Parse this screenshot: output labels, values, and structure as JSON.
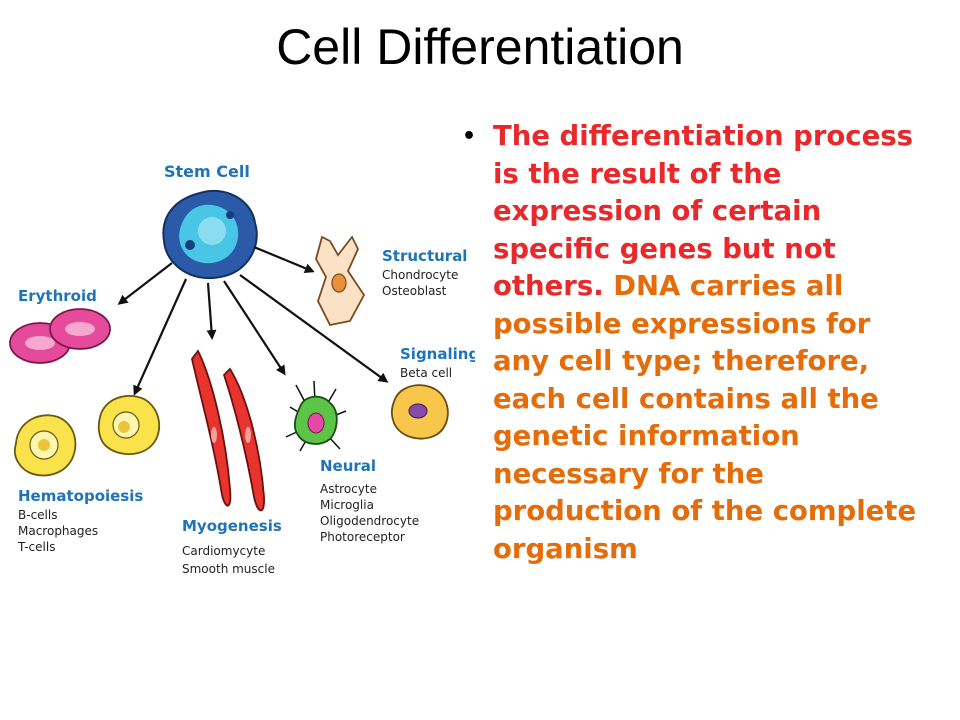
{
  "slide": {
    "title": "Cell Differentiation",
    "bullet_red": "The differentiation process is the result of the expression of certain specific genes but not others. ",
    "bullet_orange": "DNA carries all possible expressions for any cell type; therefore, each cell contains all the genetic information necessary for the production of the complete organism"
  },
  "diagram": {
    "stem_cell": "Stem Cell",
    "erythroid": "Erythroid",
    "hematopoiesis": {
      "title": "Hematopoiesis",
      "items": [
        "B-cells",
        "Macrophages",
        "T-cells"
      ]
    },
    "myogenesis": {
      "title": "Myogenesis",
      "items": [
        "Cardiomycyte",
        "Smooth muscle"
      ]
    },
    "neural": {
      "title": "Neural",
      "items": [
        "Astrocyte",
        "Microglia",
        "Oligodendrocyte",
        "Photoreceptor"
      ]
    },
    "structural": {
      "title": "Structural",
      "items": [
        "Chondrocyte",
        "Osteoblast"
      ]
    },
    "signaling": {
      "title": "Signaling",
      "items": [
        "Beta cell"
      ]
    }
  },
  "colors": {
    "red_text": "#e8282b",
    "orange_text": "#e46c0a",
    "diagram_label": "#1f73b7",
    "sublabel": "#222222"
  }
}
